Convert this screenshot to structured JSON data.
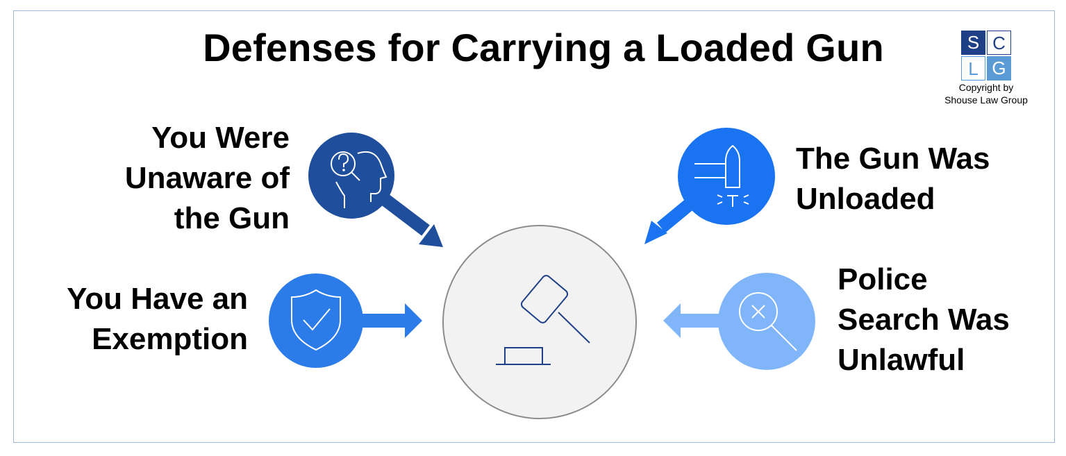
{
  "title": "Defenses for Carrying a Loaded Gun",
  "logo": {
    "letters": [
      "S",
      "C",
      "L",
      "G"
    ],
    "colors": {
      "dark": "#1f3f87",
      "light": "#5b9bd5"
    }
  },
  "copyright": {
    "line1": "Copyright by",
    "line2": "Shouse Law Group"
  },
  "defenses": [
    {
      "id": "unaware",
      "lines": [
        "You Were",
        "Unaware of",
        "the Gun"
      ],
      "color": "#1f4f9c",
      "icon": "head-question-magnifier-icon"
    },
    {
      "id": "exemption",
      "lines": [
        "You Have an",
        "Exemption"
      ],
      "color": "#2b7be9",
      "icon": "shield-check-icon"
    },
    {
      "id": "unloaded",
      "lines": [
        "The Gun Was",
        "Unloaded"
      ],
      "color": "#1a73f0",
      "icon": "bullet-icon"
    },
    {
      "id": "police",
      "lines": [
        "Police",
        "Search Was",
        "Unlawful"
      ],
      "color": "#80b5fa",
      "icon": "magnifier-x-icon"
    }
  ],
  "center": {
    "icon": "gavel-icon",
    "fill": "#f2f2f2"
  }
}
